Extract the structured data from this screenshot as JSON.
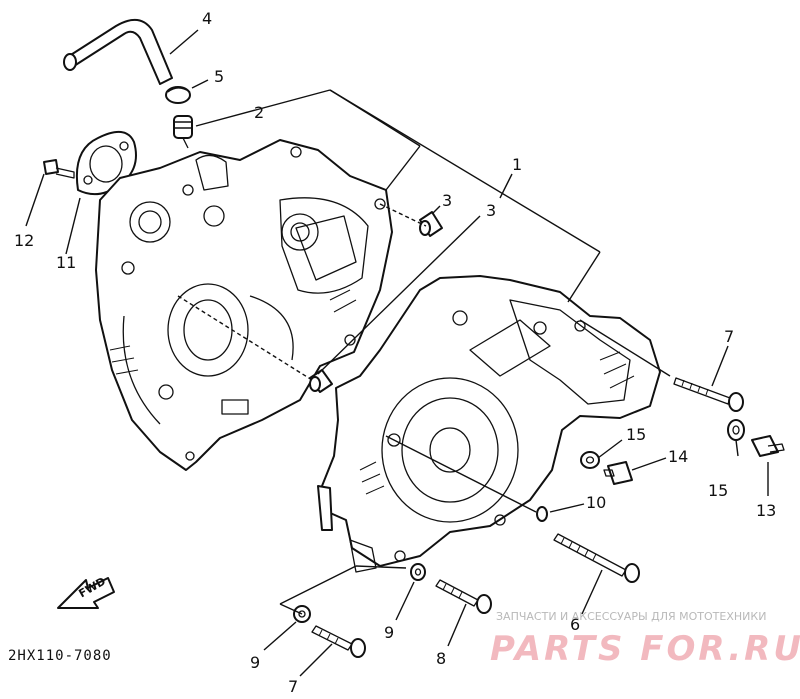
{
  "diagram_code": "2HX110-7080",
  "fwd_label": "FWD",
  "callouts": {
    "c1": "1",
    "c2": "2",
    "c3a": "3",
    "c3b": "3",
    "c4": "4",
    "c5": "5",
    "c6": "6",
    "c7a": "7",
    "c7b": "7",
    "c8": "8",
    "c9a": "9",
    "c9b": "9",
    "c10": "10",
    "c11": "11",
    "c12": "12",
    "c13": "13",
    "c14": "14",
    "c15a": "15",
    "c15b": "15"
  },
  "watermark": {
    "caption": "ЗАПЧАСТИ И АКСЕССУАРЫ ДЛЯ МОТОТЕХНИКИ",
    "logo": "PARTS FOR.RU"
  }
}
